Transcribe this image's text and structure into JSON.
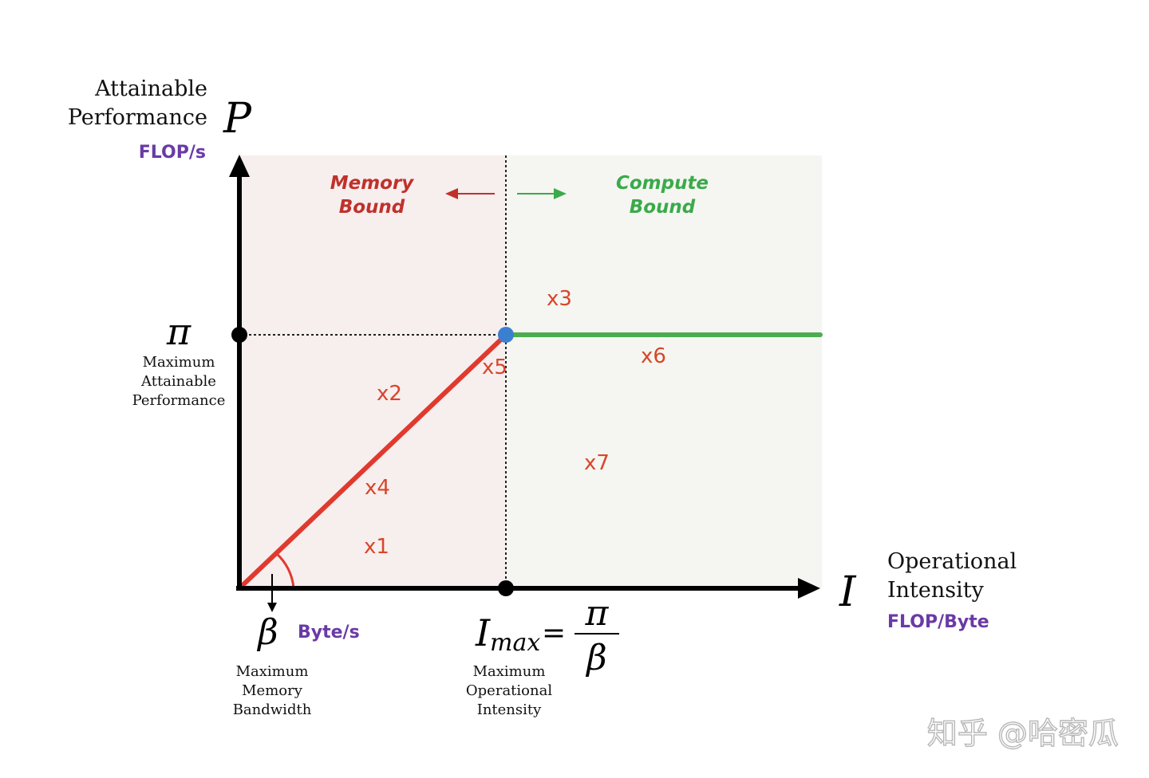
{
  "y_axis": {
    "label_line1": "Attainable",
    "label_line2": "Performance",
    "symbol": "P",
    "unit": "FLOP/s"
  },
  "x_axis": {
    "label_line1": "Operational",
    "label_line2": "Intensity",
    "symbol": "I",
    "unit": "FLOP/Byte"
  },
  "pi_marker": {
    "symbol": "π",
    "desc_line1": "Maximum",
    "desc_line2": "Attainable",
    "desc_line3": "Performance"
  },
  "beta_marker": {
    "symbol": "β",
    "unit": "Byte/s",
    "desc_line1": "Maximum",
    "desc_line2": "Memory",
    "desc_line3": "Bandwidth"
  },
  "imax_marker": {
    "symbol": "I",
    "subscript": "max",
    "equals": "=",
    "numerator": "π",
    "denominator": "β",
    "desc_line1": "Maximum",
    "desc_line2": "Operational",
    "desc_line3": "Intensity"
  },
  "regions": {
    "memory_line1": "Memory",
    "memory_line2": "Bound",
    "compute_line1": "Compute",
    "compute_line2": "Bound"
  },
  "points": {
    "x1": "x1",
    "x2": "x2",
    "x3": "x3",
    "x4": "x4",
    "x5": "x5",
    "x6": "x6",
    "x7": "x7"
  },
  "watermark": "知乎 @哈密瓜",
  "colors": {
    "memory_region": "#f7eeee",
    "compute_region": "#f5f6f1",
    "memory_text": "#c0312b",
    "compute_text": "#3aaa4a",
    "roof_memory": "#e03a2e",
    "roof_compute": "#4cad50",
    "ridge_point": "#3b7fd0",
    "unit_text": "#6a3aa6",
    "point_label": "#d8452b"
  }
}
